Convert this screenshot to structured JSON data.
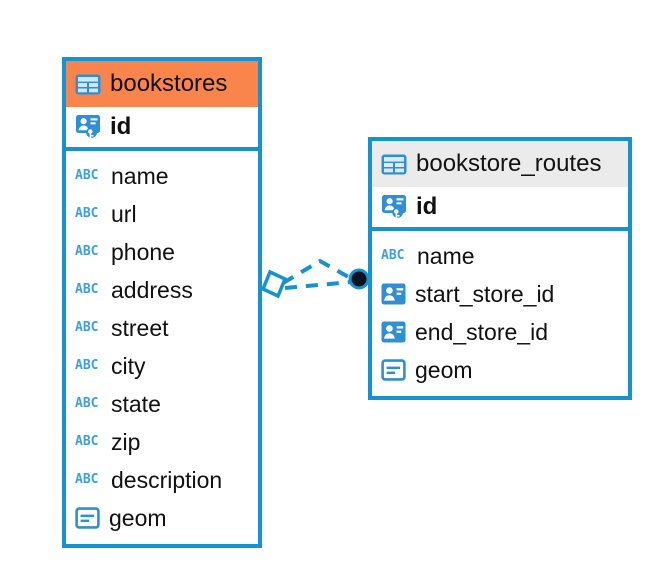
{
  "diagram": {
    "type": "entity-relationship-diagram",
    "background_color": "#ffffff",
    "accent_color": "#1692d0",
    "highlight_color": "#f9854c"
  },
  "entities": [
    {
      "name": "bookstores",
      "header_style": "accent-orange",
      "primary_key": {
        "label": "id",
        "icon": "primary-key-icon"
      },
      "fields": [
        {
          "label": "name",
          "icon": "abc-icon",
          "icon_text": "ABC"
        },
        {
          "label": "url",
          "icon": "abc-icon",
          "icon_text": "ABC"
        },
        {
          "label": "phone",
          "icon": "abc-icon",
          "icon_text": "ABC"
        },
        {
          "label": "address",
          "icon": "abc-icon",
          "icon_text": "ABC"
        },
        {
          "label": "street",
          "icon": "abc-icon",
          "icon_text": "ABC"
        },
        {
          "label": "city",
          "icon": "abc-icon",
          "icon_text": "ABC"
        },
        {
          "label": "state",
          "icon": "abc-icon",
          "icon_text": "ABC"
        },
        {
          "label": "zip",
          "icon": "abc-icon",
          "icon_text": "ABC"
        },
        {
          "label": "description",
          "icon": "abc-icon",
          "icon_text": "ABC"
        },
        {
          "label": "geom",
          "icon": "geometry-icon"
        }
      ]
    },
    {
      "name": "bookstore_routes",
      "header_style": "accent-gray",
      "primary_key": {
        "label": "id",
        "icon": "primary-key-icon"
      },
      "fields": [
        {
          "label": "name",
          "icon": "abc-icon",
          "icon_text": "ABC"
        },
        {
          "label": "start_store_id",
          "icon": "foreign-key-icon"
        },
        {
          "label": "end_store_id",
          "icon": "foreign-key-icon"
        },
        {
          "label": "geom",
          "icon": "geometry-icon"
        }
      ]
    }
  ],
  "relationship": {
    "style": "dashed",
    "color": "#1692d0",
    "source_marker": "rhombus-outline",
    "target_marker": "filled-circle"
  }
}
